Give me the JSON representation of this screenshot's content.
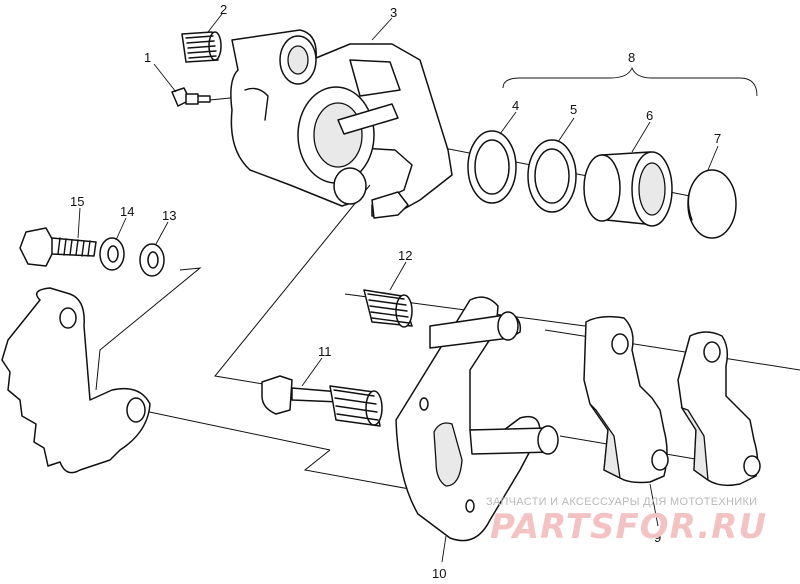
{
  "diagram": {
    "callouts": [
      {
        "id": "1",
        "label": "1"
      },
      {
        "id": "2",
        "label": "2"
      },
      {
        "id": "3",
        "label": "3"
      },
      {
        "id": "4",
        "label": "4"
      },
      {
        "id": "5",
        "label": "5"
      },
      {
        "id": "6",
        "label": "6"
      },
      {
        "id": "7",
        "label": "7"
      },
      {
        "id": "8",
        "label": "8"
      },
      {
        "id": "9",
        "label": "9"
      },
      {
        "id": "10",
        "label": "10"
      },
      {
        "id": "11",
        "label": "11"
      },
      {
        "id": "12",
        "label": "12"
      },
      {
        "id": "13",
        "label": "13"
      },
      {
        "id": "14",
        "label": "14"
      },
      {
        "id": "15",
        "label": "15"
      }
    ]
  },
  "watermark": {
    "caption": "ЗАПЧАСТИ И АКСЕССУАРЫ ДЛЯ МОТОТЕХНИКИ",
    "brand": "PARTSFOR.RU",
    "color": "#f3c3c3"
  }
}
